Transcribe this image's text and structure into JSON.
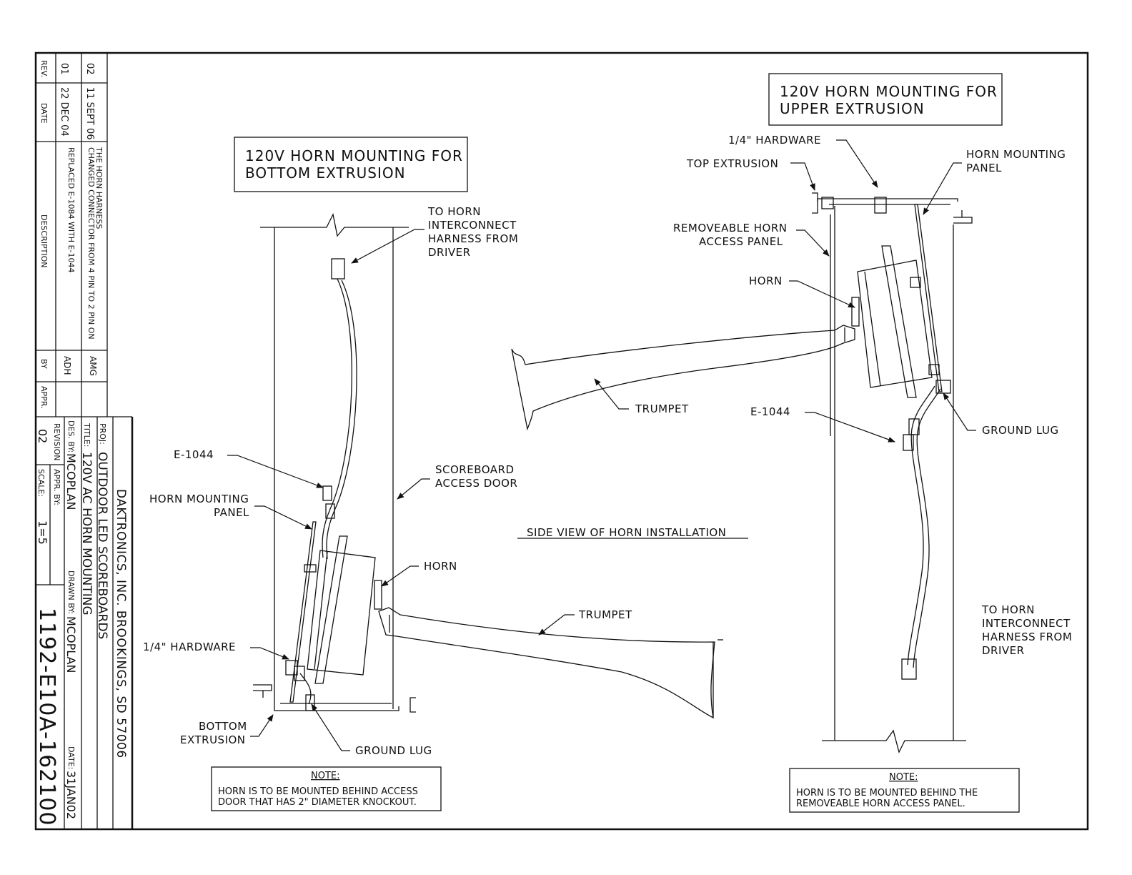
{
  "titles": {
    "bottom": [
      "120V HORN MOUNTING FOR",
      "BOTTOM EXTRUSION"
    ],
    "upper": [
      "120V HORN MOUNTING FOR",
      "UPPER EXTRUSION"
    ]
  },
  "view_title": "SIDE VIEW OF HORN INSTALLATION",
  "left_labels": {
    "to_horn": [
      "TO HORN",
      "INTERCONNECT",
      "HARNESS FROM",
      "DRIVER"
    ],
    "e1044": "E-1044",
    "horn_mounting_panel": [
      "HORN MOUNTING",
      "PANEL"
    ],
    "scoreboard_access_door": [
      "SCOREBOARD",
      "ACCESS DOOR"
    ],
    "horn": "HORN",
    "trumpet": "TRUMPET",
    "hardware": "1/4\" HARDWARE",
    "bottom_extrusion": [
      "BOTTOM",
      "EXTRUSION"
    ],
    "ground_lug": "GROUND LUG"
  },
  "right_labels": {
    "hardware": "1/4\" HARDWARE",
    "top_extrusion": "TOP EXTRUSION",
    "horn_mounting_panel": [
      "HORN MOUNTING",
      "PANEL"
    ],
    "removeable_panel": [
      "REMOVEABLE HORN",
      "ACCESS PANEL"
    ],
    "horn": "HORN",
    "trumpet": "TRUMPET",
    "e1044": "E-1044",
    "ground_lug": "GROUND LUG",
    "to_horn": [
      "TO HORN",
      "INTERCONNECT",
      "HARNESS FROM",
      "DRIVER"
    ]
  },
  "notes": {
    "left": {
      "heading": "NOTE:",
      "lines": [
        "HORN IS TO BE MOUNTED BEHIND ACCESS",
        "DOOR THAT HAS 2\" DIAMETER KNOCKOUT."
      ]
    },
    "right": {
      "heading": "NOTE:",
      "lines": [
        "HORN IS TO BE MOUNTED BEHIND THE",
        "REMOVEABLE HORN ACCESS PANEL."
      ]
    }
  },
  "revisions": {
    "headers": {
      "rev": "REV.",
      "date": "DATE",
      "description": "DESCRIPTION",
      "by": "BY",
      "appr": "APPR."
    },
    "rows": [
      {
        "rev": "01",
        "date": "22 DEC 04",
        "description": [
          "REPLACED E-1084 WITH E-1044"
        ],
        "by": "ADH",
        "appr": ""
      },
      {
        "rev": "02",
        "date": "11 SEPT 06",
        "description": [
          "CHANGED CONNECTOR FROM 4 PIN TO 2 PIN ON",
          "THE HORN HARNESS"
        ],
        "by": "AMG",
        "appr": ""
      }
    ]
  },
  "title_block": {
    "company": "DAKTRONICS, INC.   BROOKINGS, SD 57006",
    "proj_label": "PROJ:",
    "proj": "OUTDOOR LED SCOREBOARDS",
    "title_label": "TITLE:",
    "title": "120V AC HORN MOUNTING",
    "des_label": "DES. BY:",
    "des": "MCOPLAN",
    "drawn_label": "DRAWN BY:",
    "drawn": "MCOPLAN",
    "date_label": "DATE:",
    "date": "31JAN02",
    "revision_label": "REVISION",
    "revision": "02",
    "appr_label": "APPR. BY:",
    "scale_label": "SCALE:",
    "scale": "1=5",
    "drawing_number": "1192-E10A-162100"
  }
}
